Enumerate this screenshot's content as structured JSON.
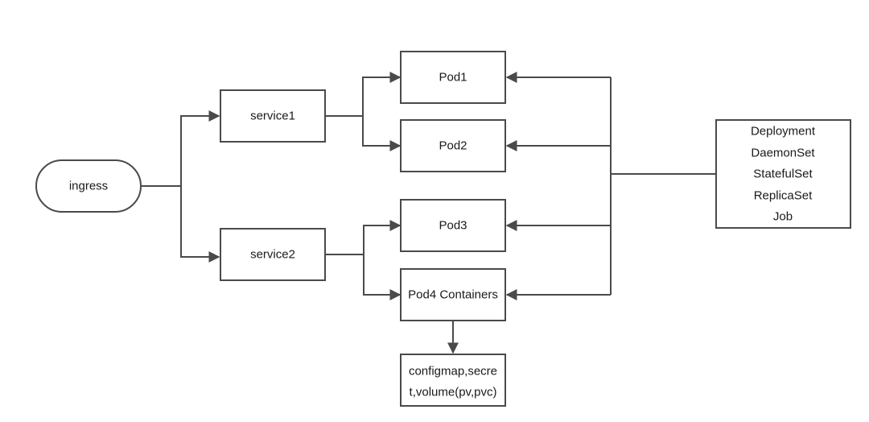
{
  "diagram": {
    "nodes": {
      "ingress": "ingress",
      "service1": "service1",
      "service2": "service2",
      "pod1": "Pod1",
      "pod2": "Pod2",
      "pod3": "Pod3",
      "pod4": "Pod4 Containers",
      "storage_line1": "configmap,secre",
      "storage_line2": "t,volume(pv,pvc)",
      "controllers": [
        "Deployment",
        "DaemonSet",
        "StatefulSet",
        "ReplicaSet",
        "Job"
      ]
    },
    "edges": [
      {
        "from": "ingress",
        "to": "service1"
      },
      {
        "from": "ingress",
        "to": "service2"
      },
      {
        "from": "service1",
        "to": "Pod1"
      },
      {
        "from": "service1",
        "to": "Pod2"
      },
      {
        "from": "service2",
        "to": "Pod3"
      },
      {
        "from": "service2",
        "to": "Pod4 Containers"
      },
      {
        "from": "Pod4 Containers",
        "to": "configmap,secret,volume(pv,pvc)"
      },
      {
        "from": "controllers",
        "to": "Pod1"
      },
      {
        "from": "controllers",
        "to": "Pod2"
      },
      {
        "from": "controllers",
        "to": "Pod3"
      },
      {
        "from": "controllers",
        "to": "Pod4 Containers"
      }
    ],
    "colors": {
      "stroke": "#4a4a4a",
      "text": "#1a1a1a",
      "background": "#ffffff"
    }
  }
}
